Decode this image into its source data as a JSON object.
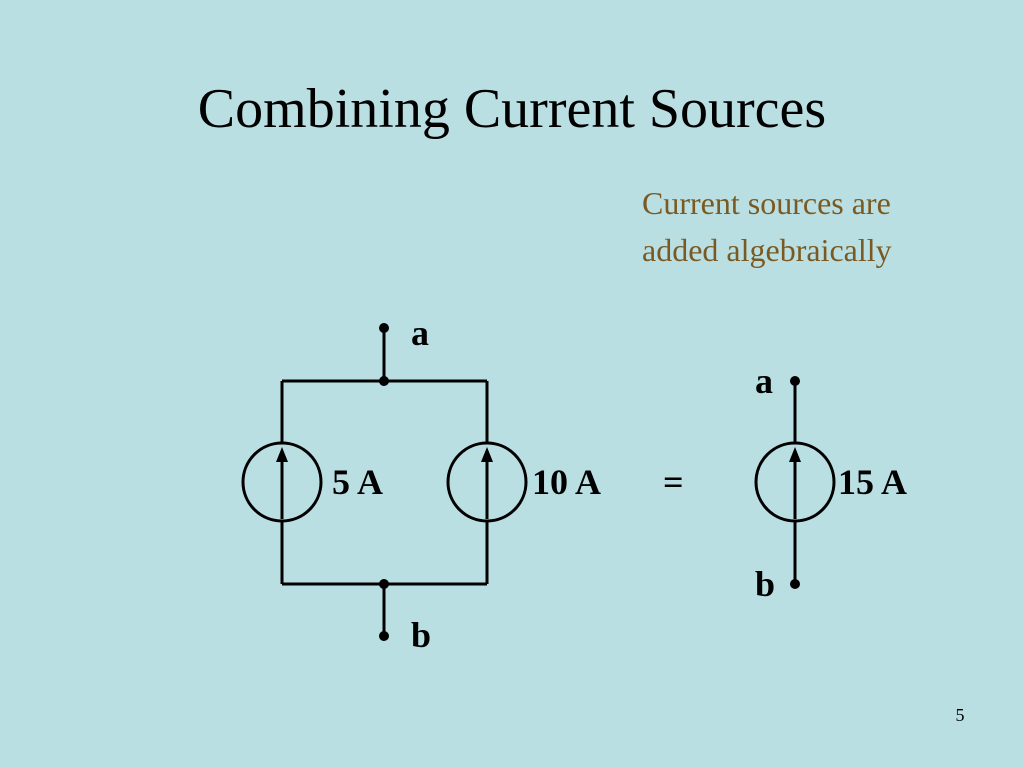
{
  "slide": {
    "title": "Combining Current Sources",
    "note_lines": [
      "Current sources are",
      "added algebraically"
    ],
    "page_number": "5"
  },
  "circuit": {
    "left": {
      "terminal_top": "a",
      "terminal_bottom": "b",
      "source_1_label": "5 A",
      "source_2_label": "10 A"
    },
    "equals": "=",
    "right": {
      "terminal_top": "a",
      "terminal_bottom": "b",
      "source_label": "15 A"
    }
  },
  "colors": {
    "background": "#b9dfe3",
    "note_text": "#7a5a22",
    "wire": "#000000"
  }
}
